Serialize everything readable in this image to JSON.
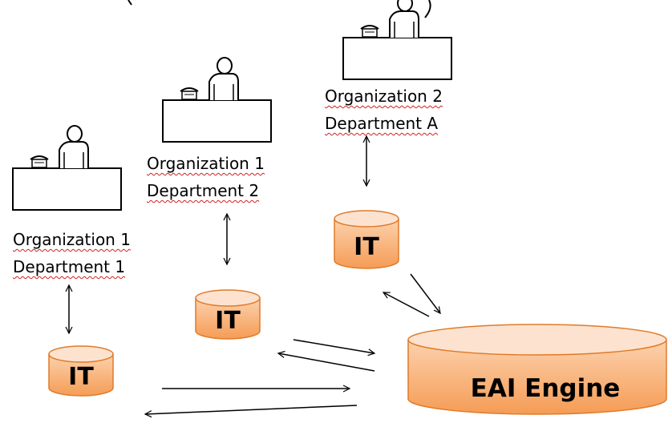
{
  "stations": [
    {
      "org": "Organization 1",
      "dept": "Department 1"
    },
    {
      "org": "Organization 1",
      "dept": "Department 2"
    },
    {
      "org": "Organization 2",
      "dept": "Department A"
    }
  ],
  "systems": {
    "it_label": "IT",
    "engine_label": "EAI Engine"
  },
  "colors": {
    "cylinder_fill": "#f8b27a",
    "cylinder_top": "#fde3cf",
    "cylinder_stroke": "#e07a28",
    "wavy_underline": "#d42020"
  }
}
